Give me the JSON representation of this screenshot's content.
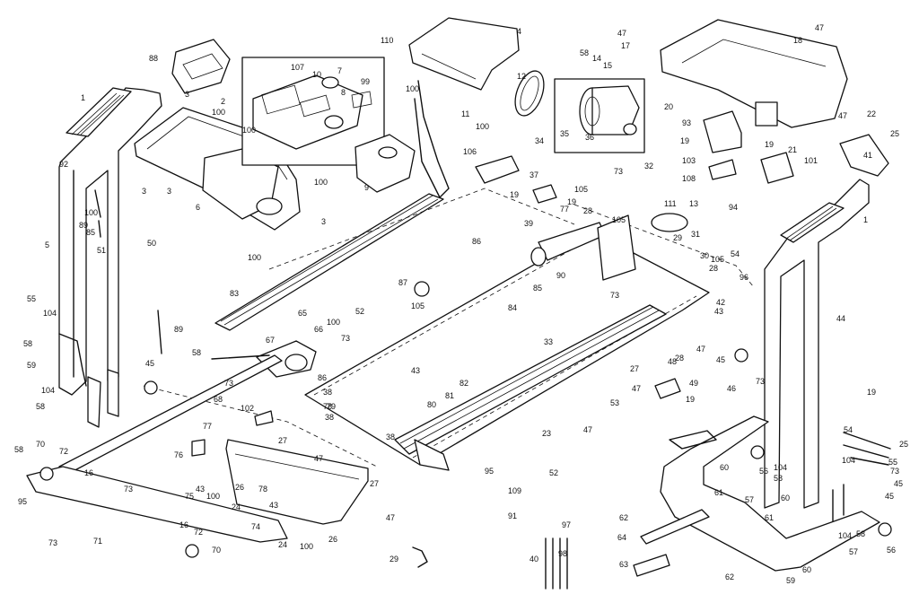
{
  "callouts": [
    {
      "id": "c1",
      "text": "1"
    },
    {
      "id": "c1b",
      "text": "1"
    },
    {
      "id": "c2",
      "text": "2"
    },
    {
      "id": "c3a",
      "text": "3"
    },
    {
      "id": "c3b",
      "text": "3"
    },
    {
      "id": "c3c",
      "text": "3"
    },
    {
      "id": "c3d",
      "text": "3"
    },
    {
      "id": "c4",
      "text": "4"
    },
    {
      "id": "c5",
      "text": "5"
    },
    {
      "id": "c6",
      "text": "6"
    },
    {
      "id": "c7",
      "text": "7"
    },
    {
      "id": "c8",
      "text": "8"
    },
    {
      "id": "c9",
      "text": "9"
    },
    {
      "id": "c10",
      "text": "10"
    },
    {
      "id": "c11",
      "text": "11"
    },
    {
      "id": "c12",
      "text": "12"
    },
    {
      "id": "c13",
      "text": "13"
    },
    {
      "id": "c14",
      "text": "14"
    },
    {
      "id": "c15",
      "text": "15"
    },
    {
      "id": "c16a",
      "text": "16"
    },
    {
      "id": "c16b",
      "text": "16"
    },
    {
      "id": "c17",
      "text": "17"
    },
    {
      "id": "c18",
      "text": "18"
    },
    {
      "id": "c19a",
      "text": "19"
    },
    {
      "id": "c19b",
      "text": "19"
    },
    {
      "id": "c19c",
      "text": "19"
    },
    {
      "id": "c19d",
      "text": "19"
    },
    {
      "id": "c19e",
      "text": "19"
    },
    {
      "id": "c19f",
      "text": "19"
    },
    {
      "id": "c20",
      "text": "20"
    },
    {
      "id": "c21",
      "text": "21"
    },
    {
      "id": "c22",
      "text": "22"
    },
    {
      "id": "c23",
      "text": "23"
    },
    {
      "id": "c24a",
      "text": "24"
    },
    {
      "id": "c24b",
      "text": "24"
    },
    {
      "id": "c25a",
      "text": "25"
    },
    {
      "id": "c25b",
      "text": "25"
    },
    {
      "id": "c26a",
      "text": "26"
    },
    {
      "id": "c26b",
      "text": "26"
    },
    {
      "id": "c27a",
      "text": "27"
    },
    {
      "id": "c27b",
      "text": "27"
    },
    {
      "id": "c27c",
      "text": "27"
    },
    {
      "id": "c28a",
      "text": "28"
    },
    {
      "id": "c28b",
      "text": "28"
    },
    {
      "id": "c28c",
      "text": "28"
    },
    {
      "id": "c29a",
      "text": "29"
    },
    {
      "id": "c29b",
      "text": "29"
    },
    {
      "id": "c30",
      "text": "30"
    },
    {
      "id": "c31",
      "text": "31"
    },
    {
      "id": "c32",
      "text": "32"
    },
    {
      "id": "c33",
      "text": "33"
    },
    {
      "id": "c34",
      "text": "34"
    },
    {
      "id": "c35",
      "text": "35"
    },
    {
      "id": "c36",
      "text": "36"
    },
    {
      "id": "c37",
      "text": "37"
    },
    {
      "id": "c38a",
      "text": "38"
    },
    {
      "id": "c38b",
      "text": "38"
    },
    {
      "id": "c38c",
      "text": "38"
    },
    {
      "id": "c39",
      "text": "39"
    },
    {
      "id": "c40",
      "text": "40"
    },
    {
      "id": "c41",
      "text": "41"
    },
    {
      "id": "c42",
      "text": "42"
    },
    {
      "id": "c43a",
      "text": "43"
    },
    {
      "id": "c43b",
      "text": "43"
    },
    {
      "id": "c43c",
      "text": "43"
    },
    {
      "id": "c43d",
      "text": "43"
    },
    {
      "id": "c44",
      "text": "44"
    },
    {
      "id": "c45a",
      "text": "45"
    },
    {
      "id": "c45b",
      "text": "45"
    },
    {
      "id": "c45c",
      "text": "45"
    },
    {
      "id": "c45d",
      "text": "45"
    },
    {
      "id": "c46",
      "text": "46"
    },
    {
      "id": "c47a",
      "text": "47"
    },
    {
      "id": "c47b",
      "text": "47"
    },
    {
      "id": "c47c",
      "text": "47"
    },
    {
      "id": "c47d",
      "text": "47"
    },
    {
      "id": "c47e",
      "text": "47"
    },
    {
      "id": "c47f",
      "text": "47"
    },
    {
      "id": "c47g",
      "text": "47"
    },
    {
      "id": "c47h",
      "text": "47"
    },
    {
      "id": "c48",
      "text": "48"
    },
    {
      "id": "c49",
      "text": "49"
    },
    {
      "id": "c50",
      "text": "50"
    },
    {
      "id": "c51",
      "text": "51"
    },
    {
      "id": "c52a",
      "text": "52"
    },
    {
      "id": "c52b",
      "text": "52"
    },
    {
      "id": "c53",
      "text": "53"
    },
    {
      "id": "c54a",
      "text": "54"
    },
    {
      "id": "c54b",
      "text": "54"
    },
    {
      "id": "c55a",
      "text": "55"
    },
    {
      "id": "c55b",
      "text": "55"
    },
    {
      "id": "c56a",
      "text": "56"
    },
    {
      "id": "c56b",
      "text": "56"
    },
    {
      "id": "c57",
      "text": "57"
    },
    {
      "id": "c57b",
      "text": "57"
    },
    {
      "id": "c58a",
      "text": "58"
    },
    {
      "id": "c58b",
      "text": "58"
    },
    {
      "id": "c58c",
      "text": "58"
    },
    {
      "id": "c58d",
      "text": "58"
    },
    {
      "id": "c58e",
      "text": "58"
    },
    {
      "id": "c58f",
      "text": "58"
    },
    {
      "id": "c58g",
      "text": "58"
    },
    {
      "id": "c59a",
      "text": "59"
    },
    {
      "id": "c59b",
      "text": "59"
    },
    {
      "id": "c60a",
      "text": "60"
    },
    {
      "id": "c60b",
      "text": "60"
    },
    {
      "id": "c60c",
      "text": "60"
    },
    {
      "id": "c61a",
      "text": "61"
    },
    {
      "id": "c61b",
      "text": "61"
    },
    {
      "id": "c62a",
      "text": "62"
    },
    {
      "id": "c62b",
      "text": "62"
    },
    {
      "id": "c63",
      "text": "63"
    },
    {
      "id": "c64",
      "text": "64"
    },
    {
      "id": "c65",
      "text": "65"
    },
    {
      "id": "c66",
      "text": "66"
    },
    {
      "id": "c67",
      "text": "67"
    },
    {
      "id": "c68",
      "text": "68"
    },
    {
      "id": "c70a",
      "text": "70"
    },
    {
      "id": "c70b",
      "text": "70"
    },
    {
      "id": "c71",
      "text": "71"
    },
    {
      "id": "c72a",
      "text": "72"
    },
    {
      "id": "c72b",
      "text": "72"
    },
    {
      "id": "c73a",
      "text": "73"
    },
    {
      "id": "c73b",
      "text": "73"
    },
    {
      "id": "c73c",
      "text": "73"
    },
    {
      "id": "c73d",
      "text": "73"
    },
    {
      "id": "c73e",
      "text": "73"
    },
    {
      "id": "c73f",
      "text": "73"
    },
    {
      "id": "c73g",
      "text": "73"
    },
    {
      "id": "c73h",
      "text": "73"
    },
    {
      "id": "c74",
      "text": "74"
    },
    {
      "id": "c75",
      "text": "75"
    },
    {
      "id": "c76",
      "text": "76"
    },
    {
      "id": "c77a",
      "text": "77"
    },
    {
      "id": "c77b",
      "text": "77"
    },
    {
      "id": "c78a",
      "text": "78"
    },
    {
      "id": "c78b",
      "text": "78"
    },
    {
      "id": "c79",
      "text": "79"
    },
    {
      "id": "c80",
      "text": "80"
    },
    {
      "id": "c81",
      "text": "81"
    },
    {
      "id": "c82",
      "text": "82"
    },
    {
      "id": "c83",
      "text": "83"
    },
    {
      "id": "c84",
      "text": "84"
    },
    {
      "id": "c85",
      "text": "85"
    },
    {
      "id": "c85b",
      "text": "85"
    },
    {
      "id": "c86a",
      "text": "86"
    },
    {
      "id": "c86b",
      "text": "86"
    },
    {
      "id": "c87",
      "text": "87"
    },
    {
      "id": "c88",
      "text": "88"
    },
    {
      "id": "c89",
      "text": "89"
    },
    {
      "id": "c89b",
      "text": "89"
    },
    {
      "id": "c90",
      "text": "90"
    },
    {
      "id": "c91",
      "text": "91"
    },
    {
      "id": "c92",
      "text": "92"
    },
    {
      "id": "c93",
      "text": "93"
    },
    {
      "id": "c94",
      "text": "94"
    },
    {
      "id": "c95a",
      "text": "95"
    },
    {
      "id": "c95b",
      "text": "95"
    },
    {
      "id": "c96",
      "text": "96"
    },
    {
      "id": "c97",
      "text": "97"
    },
    {
      "id": "c98",
      "text": "98"
    },
    {
      "id": "c99",
      "text": "99"
    },
    {
      "id": "c100a",
      "text": "100"
    },
    {
      "id": "c100b",
      "text": "100"
    },
    {
      "id": "c100c",
      "text": "100"
    },
    {
      "id": "c100d",
      "text": "100"
    },
    {
      "id": "c100e",
      "text": "100"
    },
    {
      "id": "c100f",
      "text": "100"
    },
    {
      "id": "c100g",
      "text": "100"
    },
    {
      "id": "c100h",
      "text": "100"
    },
    {
      "id": "c100i",
      "text": "100"
    },
    {
      "id": "c100j",
      "text": "100"
    },
    {
      "id": "c101",
      "text": "101"
    },
    {
      "id": "c102",
      "text": "102"
    },
    {
      "id": "c103",
      "text": "103"
    },
    {
      "id": "c104a",
      "text": "104"
    },
    {
      "id": "c104b",
      "text": "104"
    },
    {
      "id": "c104c",
      "text": "104"
    },
    {
      "id": "c104d",
      "text": "104"
    },
    {
      "id": "c104e",
      "text": "104"
    },
    {
      "id": "c105a",
      "text": "105"
    },
    {
      "id": "c105b",
      "text": "105"
    },
    {
      "id": "c105c",
      "text": "105"
    },
    {
      "id": "c105d",
      "text": "105"
    },
    {
      "id": "c106",
      "text": "106"
    },
    {
      "id": "c107",
      "text": "107"
    },
    {
      "id": "c108",
      "text": "108"
    },
    {
      "id": "c109",
      "text": "109"
    },
    {
      "id": "c110",
      "text": "110"
    },
    {
      "id": "c111",
      "text": "111"
    }
  ]
}
